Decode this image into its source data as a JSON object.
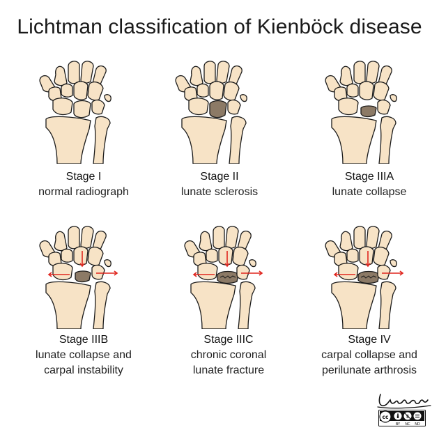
{
  "title": "Lichtman classification of Kienböck disease",
  "colors": {
    "bone": "#f7e3c6",
    "bone_outline": "#1a1a1a",
    "lunate_diseased": "#8c7a66",
    "arrow": "#e0261f"
  },
  "panels": [
    {
      "stage": "Stage I",
      "desc": [
        "normal radiograph"
      ],
      "lunate": "normal",
      "arrows": false
    },
    {
      "stage": "Stage II",
      "desc": [
        "lunate sclerosis"
      ],
      "lunate": "sclerotic",
      "arrows": false
    },
    {
      "stage": "Stage IIIA",
      "desc": [
        "lunate collapse"
      ],
      "lunate": "collapsed",
      "arrows": false
    },
    {
      "stage": "Stage IIIB",
      "desc": [
        "lunate collapse and",
        "carpal instability"
      ],
      "lunate": "collapsed",
      "arrows": true
    },
    {
      "stage": "Stage IIIC",
      "desc": [
        "chronic coronal",
        "lunate fracture"
      ],
      "lunate": "fractured",
      "arrows": true
    },
    {
      "stage": "Stage IV",
      "desc": [
        "carpal collapse and",
        "perilunate arthrosis"
      ],
      "lunate": "fractured",
      "arrows": true
    }
  ],
  "signature_text": "Lustosa",
  "license": {
    "badge": "cc",
    "terms": [
      "BY",
      "NC",
      "ND"
    ]
  }
}
